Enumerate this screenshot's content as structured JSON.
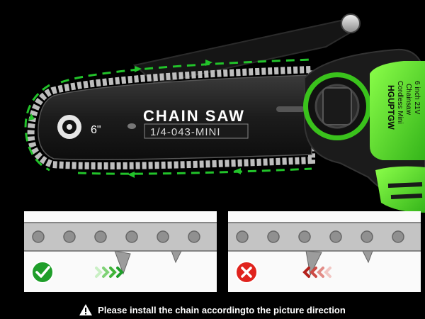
{
  "bar": {
    "title": "CHAIN SAW",
    "size": "6\"",
    "spec": "1/4-043-MINI"
  },
  "handle": {
    "brand": "HGUPTGW",
    "line1": "Cordless Mini",
    "line2": "Chainsaw",
    "line3": "6 inch 21V"
  },
  "panels": [
    {
      "status": "correct",
      "icon": "check-icon",
      "arrow_direction": "right",
      "color": "#1f9e2a"
    },
    {
      "status": "wrong",
      "icon": "cross-icon",
      "arrow_direction": "left",
      "color": "#e0231d"
    }
  ],
  "notice": {
    "text": "Please install the chain accordingto the picture direction",
    "icon": "warning-icon"
  },
  "colors": {
    "accent_green": "#5fd12a",
    "arrow_green": "#22c32a",
    "background": "#000000"
  }
}
